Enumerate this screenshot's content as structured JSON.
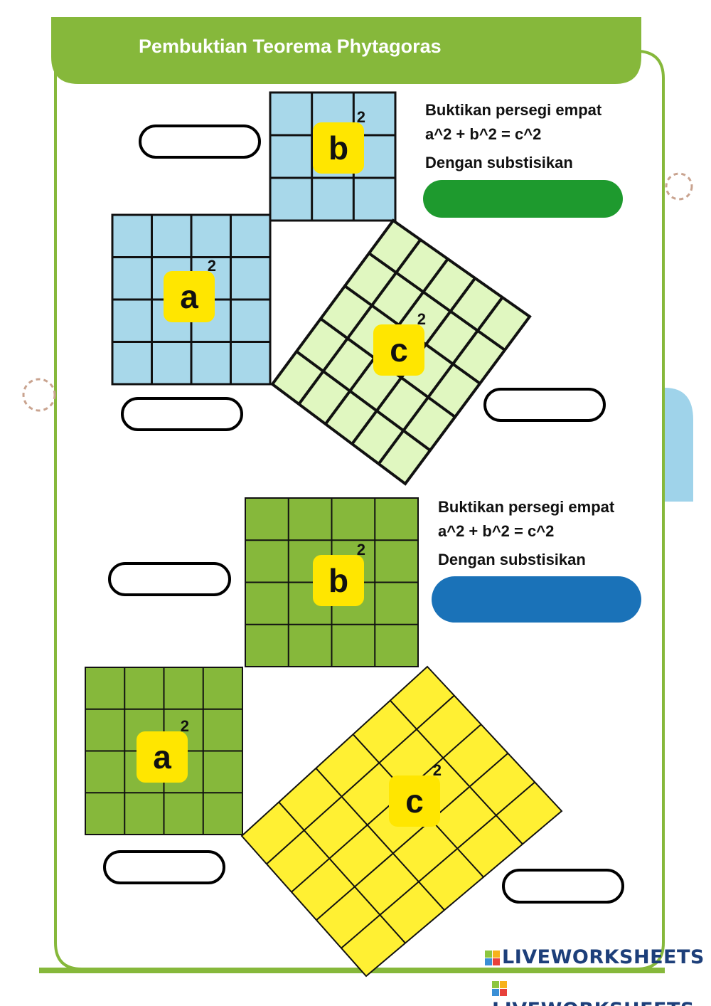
{
  "header": {
    "title": "Pembuktian Teorema Phytagoras"
  },
  "sections": [
    {
      "instruction_line1": "Buktikan persegi empat",
      "instruction_line2": "a^2 + b^2 = c^2",
      "instruction_line3": "Dengan substisikan",
      "button_color": "#1e9a2e",
      "labels": {
        "a": "a",
        "b": "b",
        "c": "c",
        "exp": "2"
      }
    },
    {
      "instruction_line1": "Buktikan persegi empat",
      "instruction_line2": "a^2 + b^2 = c^2",
      "instruction_line3": "Dengan substisikan",
      "button_color": "#1a72b8",
      "labels": {
        "a": "a",
        "b": "b",
        "c": "c",
        "exp": "2"
      }
    }
  ],
  "footer": {
    "logo1": "LIVEWORKSHEETS",
    "logo2": "LIVEWORKSHEETS"
  },
  "colors": {
    "frame": "#86b83b",
    "light_blue": "#a8d8ea",
    "light_green": "#e0f7c0",
    "dark_green": "#86b83b",
    "yellow": "#fff033"
  }
}
